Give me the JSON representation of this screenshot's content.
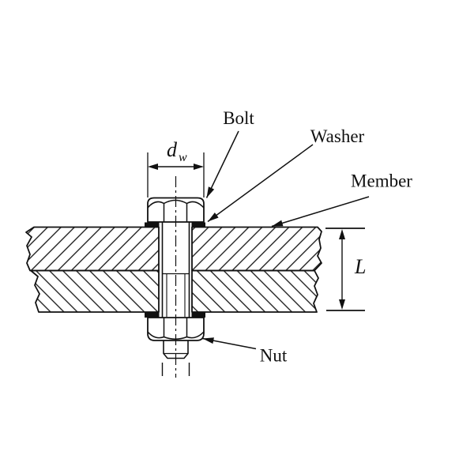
{
  "figure": {
    "labels": {
      "bolt": "Bolt",
      "washer": "Washer",
      "member": "Member",
      "nut": "Nut"
    },
    "dimensions": {
      "washer_face_diameter": {
        "symbol": "d",
        "subscript": "w"
      },
      "grip_length": {
        "symbol": "L"
      }
    },
    "colors": {
      "ink": "#111111",
      "background": "#ffffff"
    }
  }
}
